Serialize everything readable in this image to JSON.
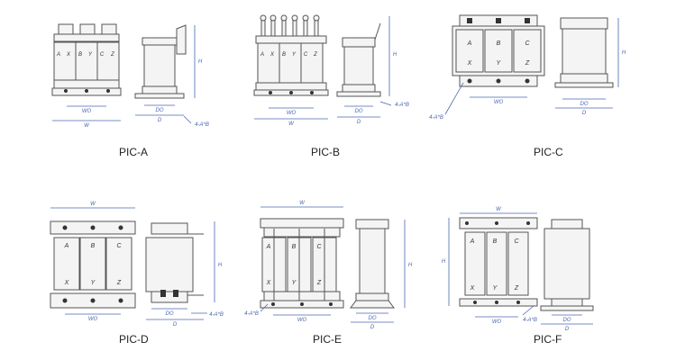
{
  "colors": {
    "line": "#555555",
    "dim": "#4a67b0",
    "fill": "#f2f2f2",
    "dark": "#333333"
  },
  "phase_top": [
    "A",
    "B",
    "C"
  ],
  "phase_bottom": [
    "X",
    "Y",
    "Z"
  ],
  "terminal_labels": [
    "A",
    "X",
    "B",
    "Y",
    "C",
    "Z"
  ],
  "dims": {
    "W": "W",
    "H": "H",
    "WO": "WO",
    "DO": "DO",
    "D": "D",
    "hole": "4-A*B"
  },
  "panels": [
    {
      "id": "a",
      "caption": "PIC-A"
    },
    {
      "id": "b",
      "caption": "PIC-B"
    },
    {
      "id": "c",
      "caption": "PIC-C"
    },
    {
      "id": "d",
      "caption": "PIC-D"
    },
    {
      "id": "e",
      "caption": "PIC-E"
    },
    {
      "id": "f",
      "caption": "PIC-F"
    }
  ]
}
